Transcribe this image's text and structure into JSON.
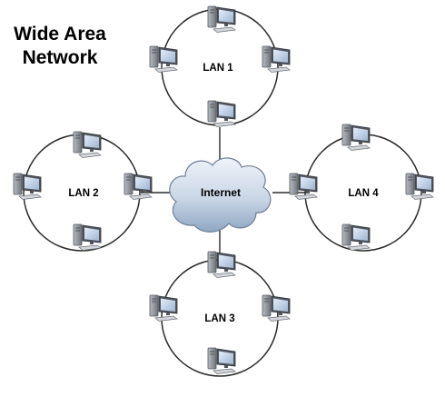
{
  "title_line1": "Wide Area",
  "title_line2": "Network",
  "internet_label": "Internet",
  "lans": [
    {
      "label": "LAN 1"
    },
    {
      "label": "LAN 2"
    },
    {
      "label": "LAN 3"
    },
    {
      "label": "LAN 4"
    }
  ],
  "colors": {
    "ring": "#2b2b2b",
    "cloud_light": "#dfe8f3",
    "cloud_dark": "#8fa6c3",
    "cloud_stroke": "#6d7f96",
    "monitor": "#4a4e55",
    "screen": "#c5d5ea",
    "tower": "#8f949b",
    "text": "#000000"
  },
  "icons": {
    "computer": "desktop-computer-icon",
    "cloud": "cloud-icon"
  }
}
